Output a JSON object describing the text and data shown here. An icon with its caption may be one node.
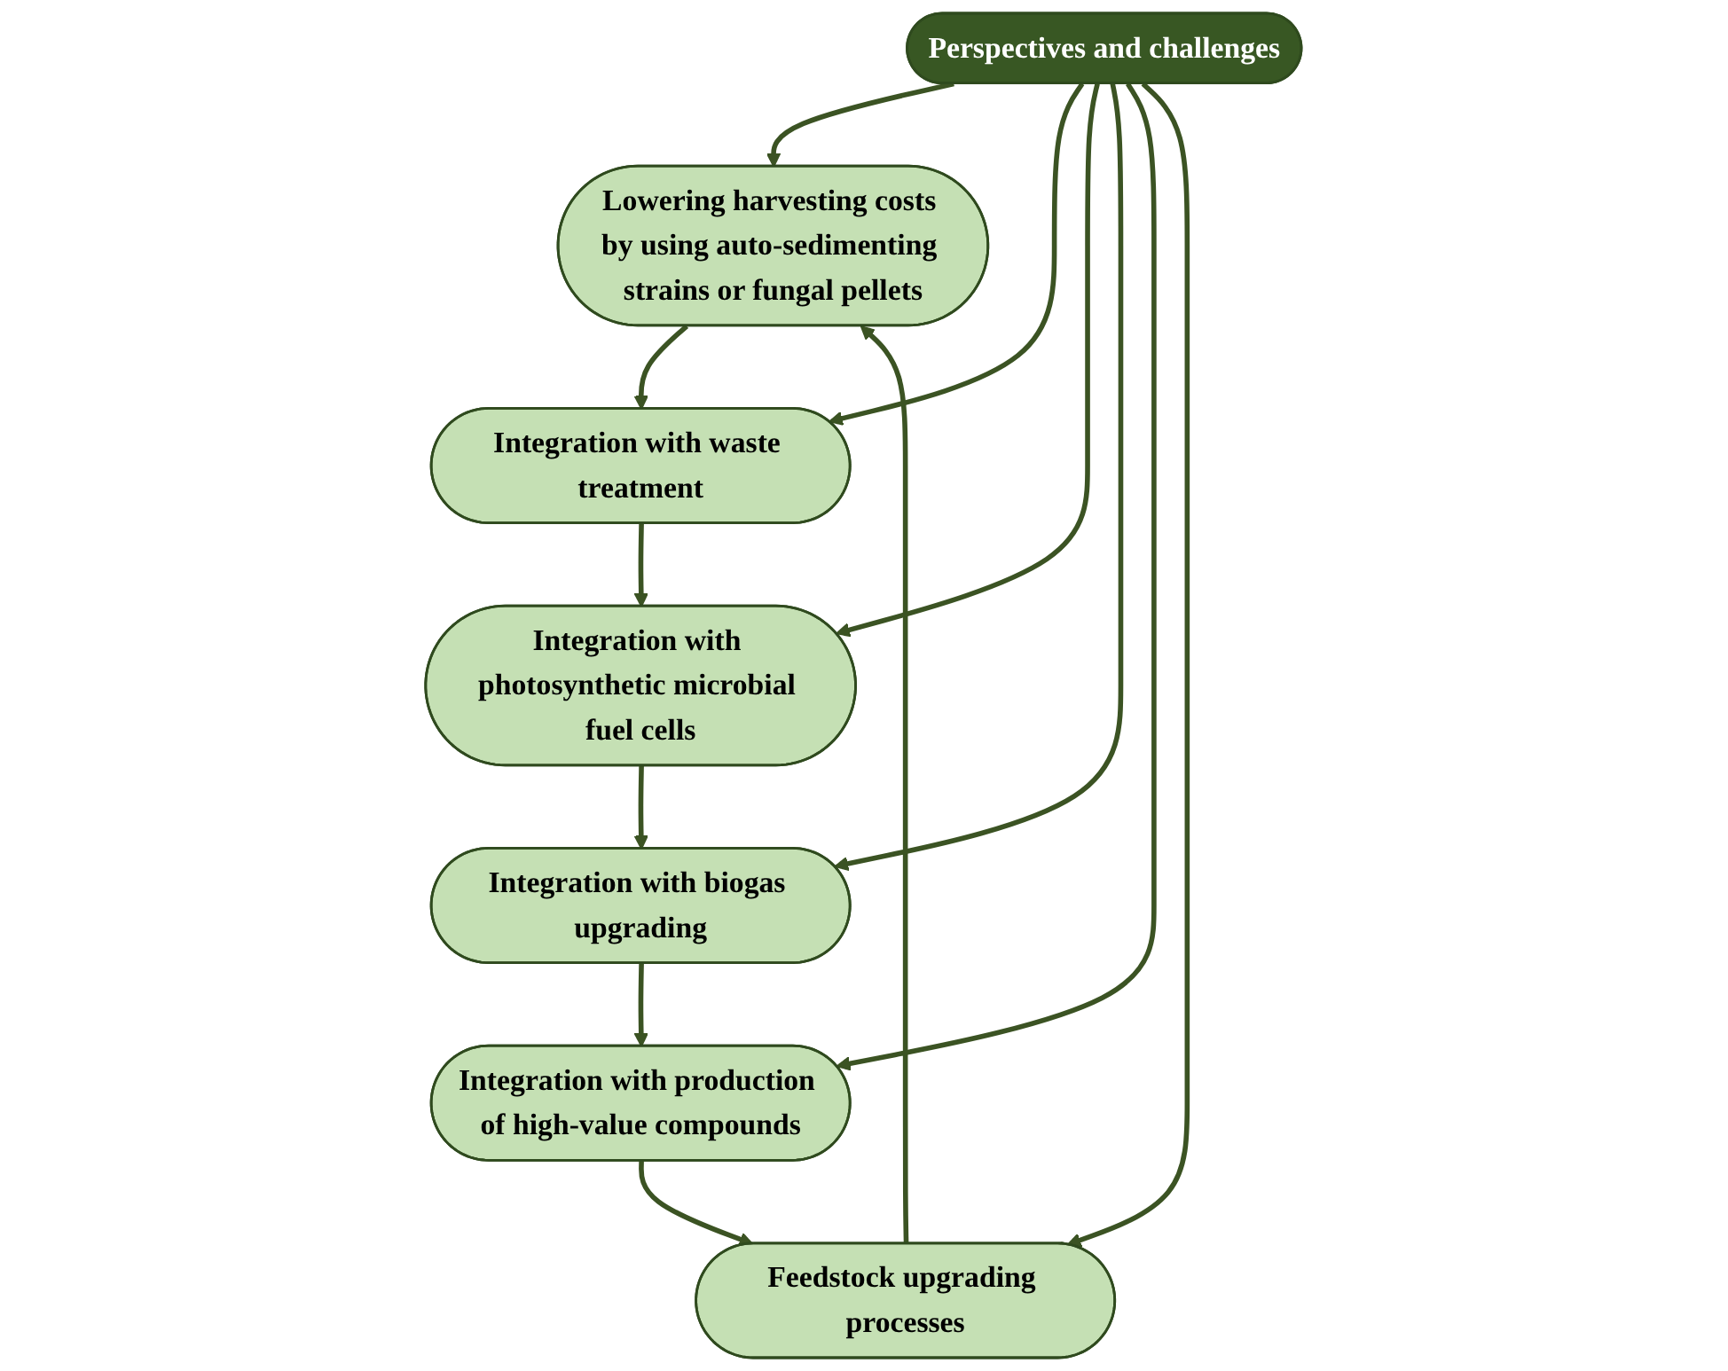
{
  "diagram": {
    "nodes": [
      {
        "text": [
          "Lowering harvesting costs by using auto-sedimenting strains or fungal pellets"
        ]
      },
      {
        "text": [
          "Integration with waste treatment"
        ]
      },
      {
        "text": [
          "Integration with photosynthetic microbial fuel cells"
        ]
      },
      {
        "text": [
          "Integration with biogas upgrading"
        ]
      },
      {
        "text": [
          "Integration with production of high-value compounds"
        ]
      },
      {
        "text": [
          "Feedstock upgrading processes"
        ]
      },
      {
        "text": [
          "Perspectives and challenges"
        ]
      }
    ],
    "edges": [
      {
        "from": 0,
        "to": 1,
        "arrow": "to"
      },
      {
        "from": 1,
        "to": 2,
        "arrow": "to"
      },
      {
        "from": 2,
        "to": 3,
        "arrow": "to"
      },
      {
        "from": 3,
        "to": 4,
        "arrow": "to"
      },
      {
        "from": 4,
        "to": 5,
        "arrow": "to"
      },
      {
        "from": 5,
        "to": 0,
        "arrow": "to"
      },
      {
        "from": 6,
        "to": 0,
        "arrow": "to"
      },
      {
        "from": 6,
        "to": 1,
        "arrow": "to"
      },
      {
        "from": 6,
        "to": 2,
        "arrow": "to"
      },
      {
        "from": 6,
        "to": 3,
        "arrow": "to"
      },
      {
        "from": 6,
        "to": 4,
        "arrow": "to"
      },
      {
        "from": 6,
        "to": 5,
        "arrow": "to"
      }
    ]
  }
}
